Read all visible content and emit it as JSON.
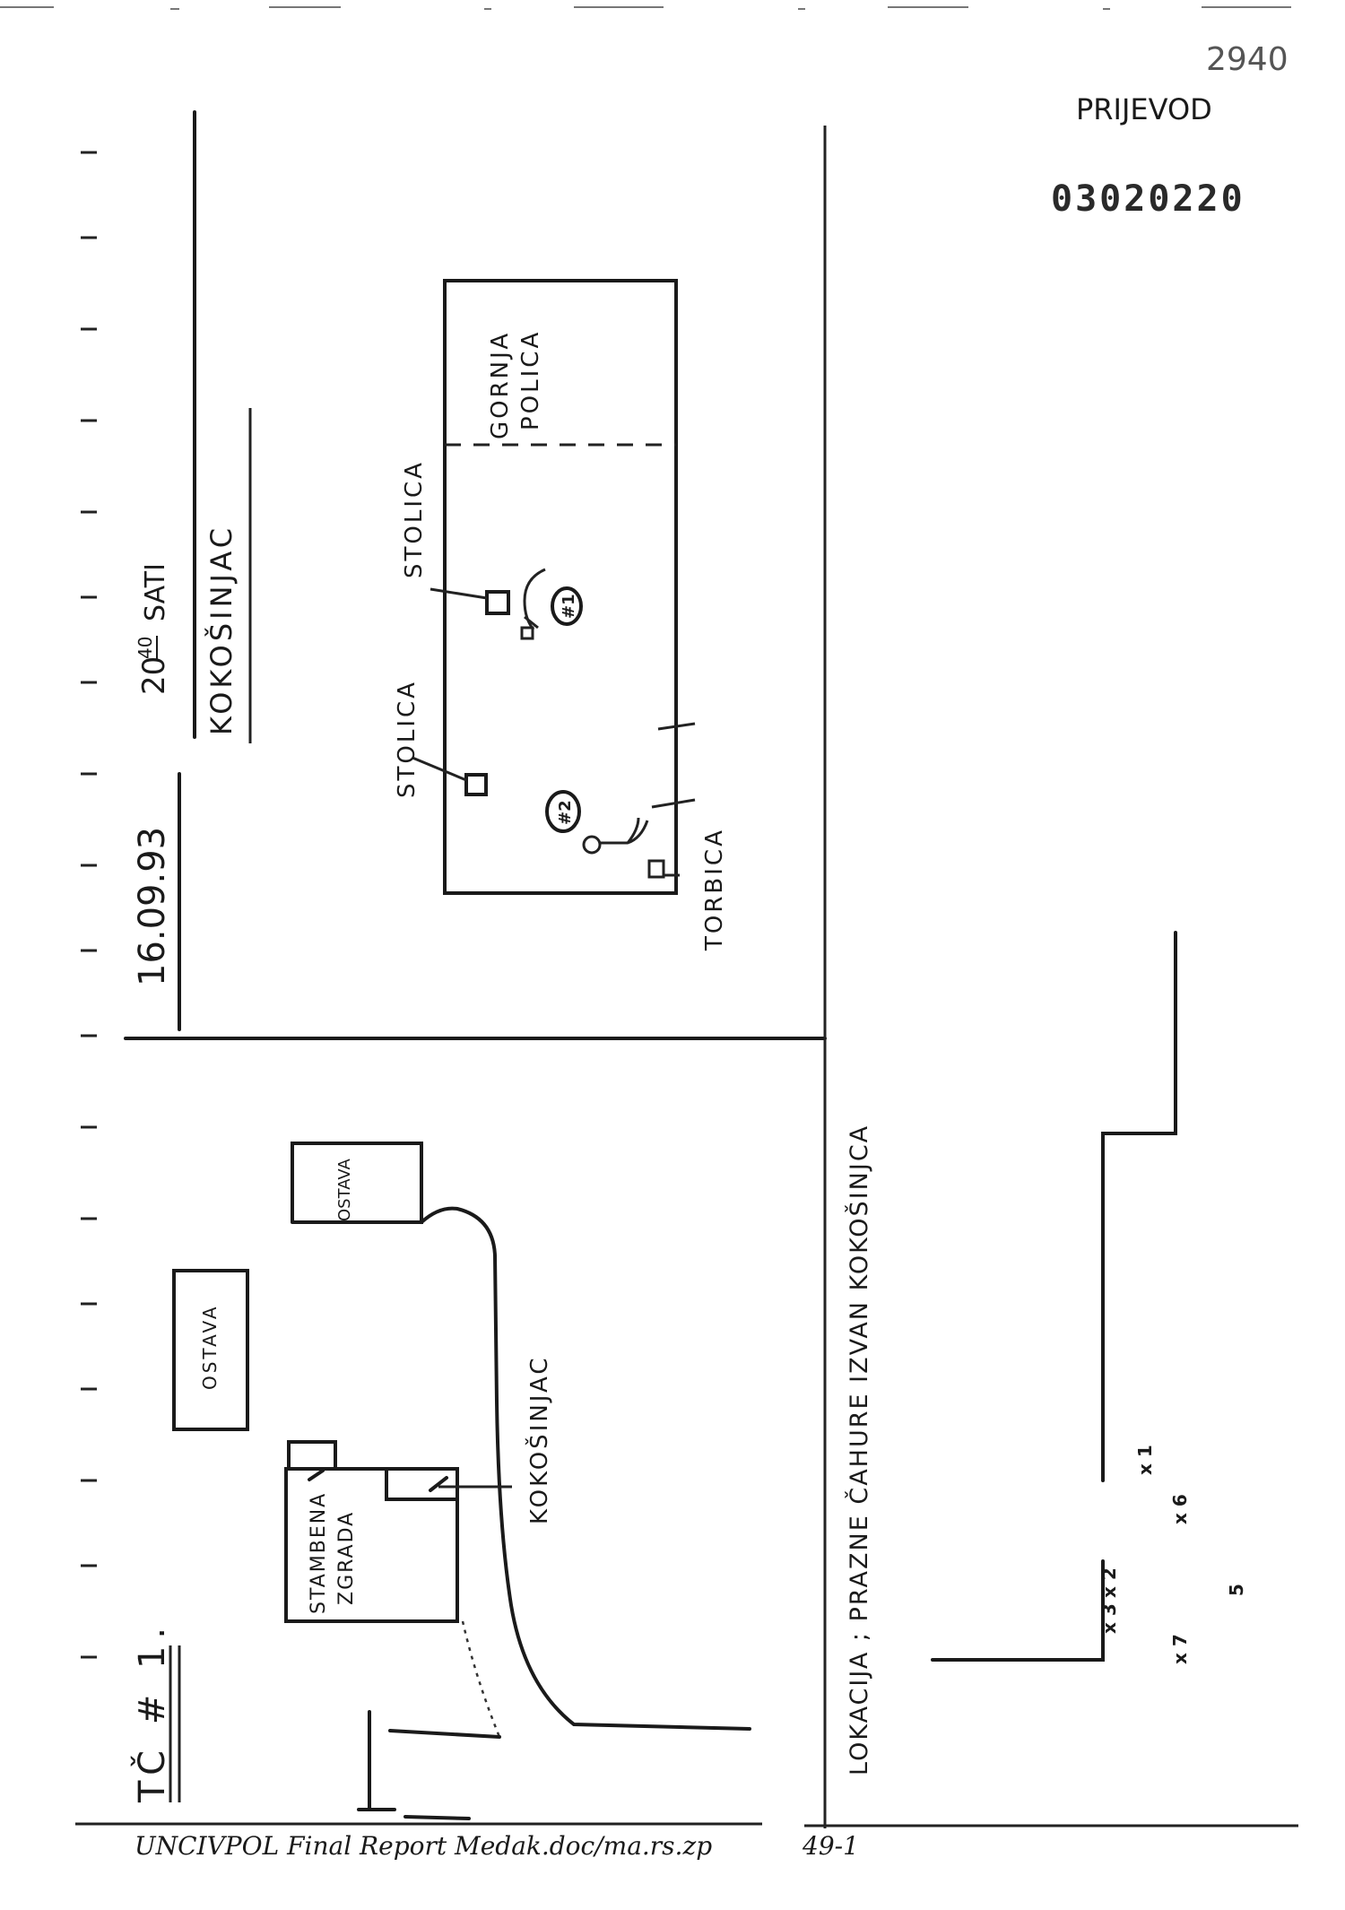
{
  "header": {
    "page_number_pencil": "2940",
    "translation_label": "PRIJEVOD",
    "document_number": "03020220"
  },
  "left_notes": {
    "date": "16.09.93",
    "time_hours": "20",
    "time_minutes": "40",
    "time_unit": "SATI",
    "building": "KOKOŠINJAC",
    "site_label": "TČ # 1."
  },
  "interior_plan": {
    "shelf_line1": "GORNJA",
    "shelf_line2": "POLICA",
    "chair_upper": "STOLICA",
    "chair_lower": "STOLICA",
    "bag": "TORBICA",
    "victim_1": "#1",
    "victim_2": "#2"
  },
  "site_plan": {
    "storage_upper": "OSTAVA",
    "storage_left": "OSTAVA",
    "house_line1": "STAMBENA",
    "house_line2": "ZGRADA",
    "coop": "KOKOŠINJAC",
    "casings_location": "LOKACIJA ; PRAZNE ČAHURE IZVAN KOKOŠINJCA",
    "casings": [
      {
        "label": "x 1"
      },
      {
        "label": "x 6"
      },
      {
        "label": "x 2"
      },
      {
        "label": "x 3"
      },
      {
        "label": "x 7"
      },
      {
        "label": "5"
      }
    ]
  },
  "footer": {
    "file_reference": "UNCIVPOL Final Report Medak.doc/ma.rs.zp",
    "page": "49-1"
  }
}
